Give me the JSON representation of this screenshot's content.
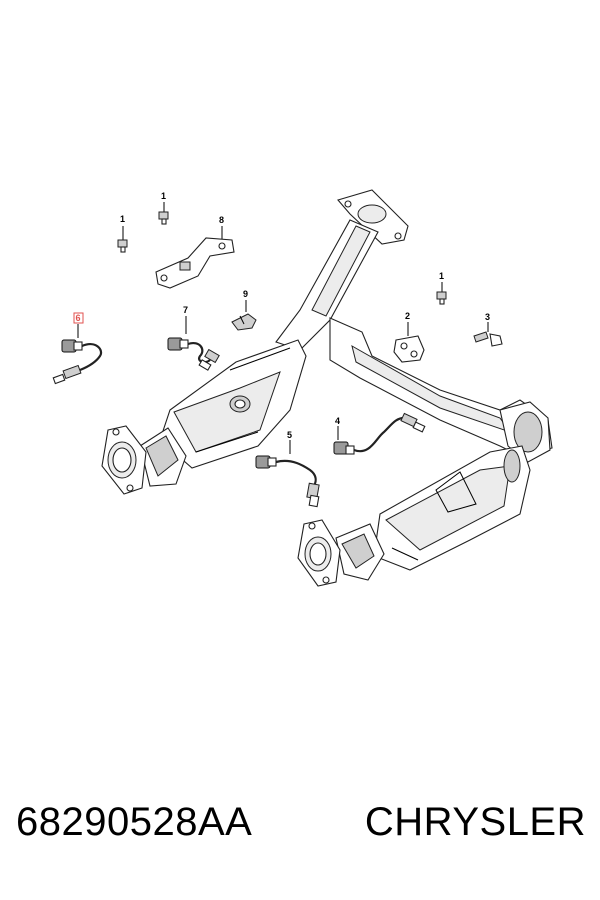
{
  "diagram": {
    "callouts": [
      {
        "id": "c1a",
        "label": "1"
      },
      {
        "id": "c1b",
        "label": "1"
      },
      {
        "id": "c8",
        "label": "8"
      },
      {
        "id": "c9",
        "label": "9"
      },
      {
        "id": "c7",
        "label": "7"
      },
      {
        "id": "c6",
        "label": "6",
        "highlighted": true
      },
      {
        "id": "c1c",
        "label": "1"
      },
      {
        "id": "c2",
        "label": "2"
      },
      {
        "id": "c3",
        "label": "3"
      },
      {
        "id": "c4",
        "label": "4"
      },
      {
        "id": "c5",
        "label": "5"
      }
    ],
    "highlight_color": "#e0524f"
  },
  "footer": {
    "part_number": "68290528AA",
    "brand": "CHRYSLER"
  }
}
